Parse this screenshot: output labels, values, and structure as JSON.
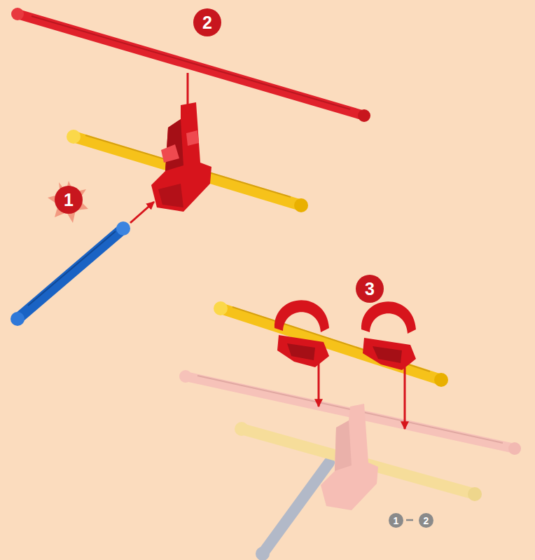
{
  "diagram": {
    "labels": [
      "2",
      "1",
      "3",
      "1",
      "2"
    ]
  }
}
